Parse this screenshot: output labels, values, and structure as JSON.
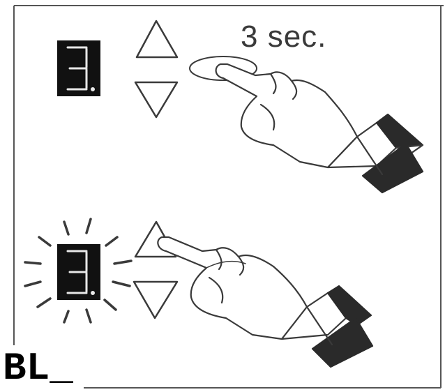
{
  "colors": {
    "line": "#3a3a3a",
    "display_bg": "#111111",
    "segment": "#e8e8e8",
    "cuff": "#2a2a2a",
    "frame": "#555555"
  },
  "step1": {
    "display_digit": "3",
    "hold_time_label": "3 sec.",
    "pressed_button": "up-arrow"
  },
  "step2": {
    "display_digit": "3",
    "display_state": "blinking",
    "pressed_button": "up-arrow"
  },
  "caption": "BL_",
  "icons": [
    "up-arrow-icon",
    "down-arrow-icon",
    "pointing-hand-icon",
    "seven-segment-display-icon",
    "blink-rays-icon"
  ]
}
